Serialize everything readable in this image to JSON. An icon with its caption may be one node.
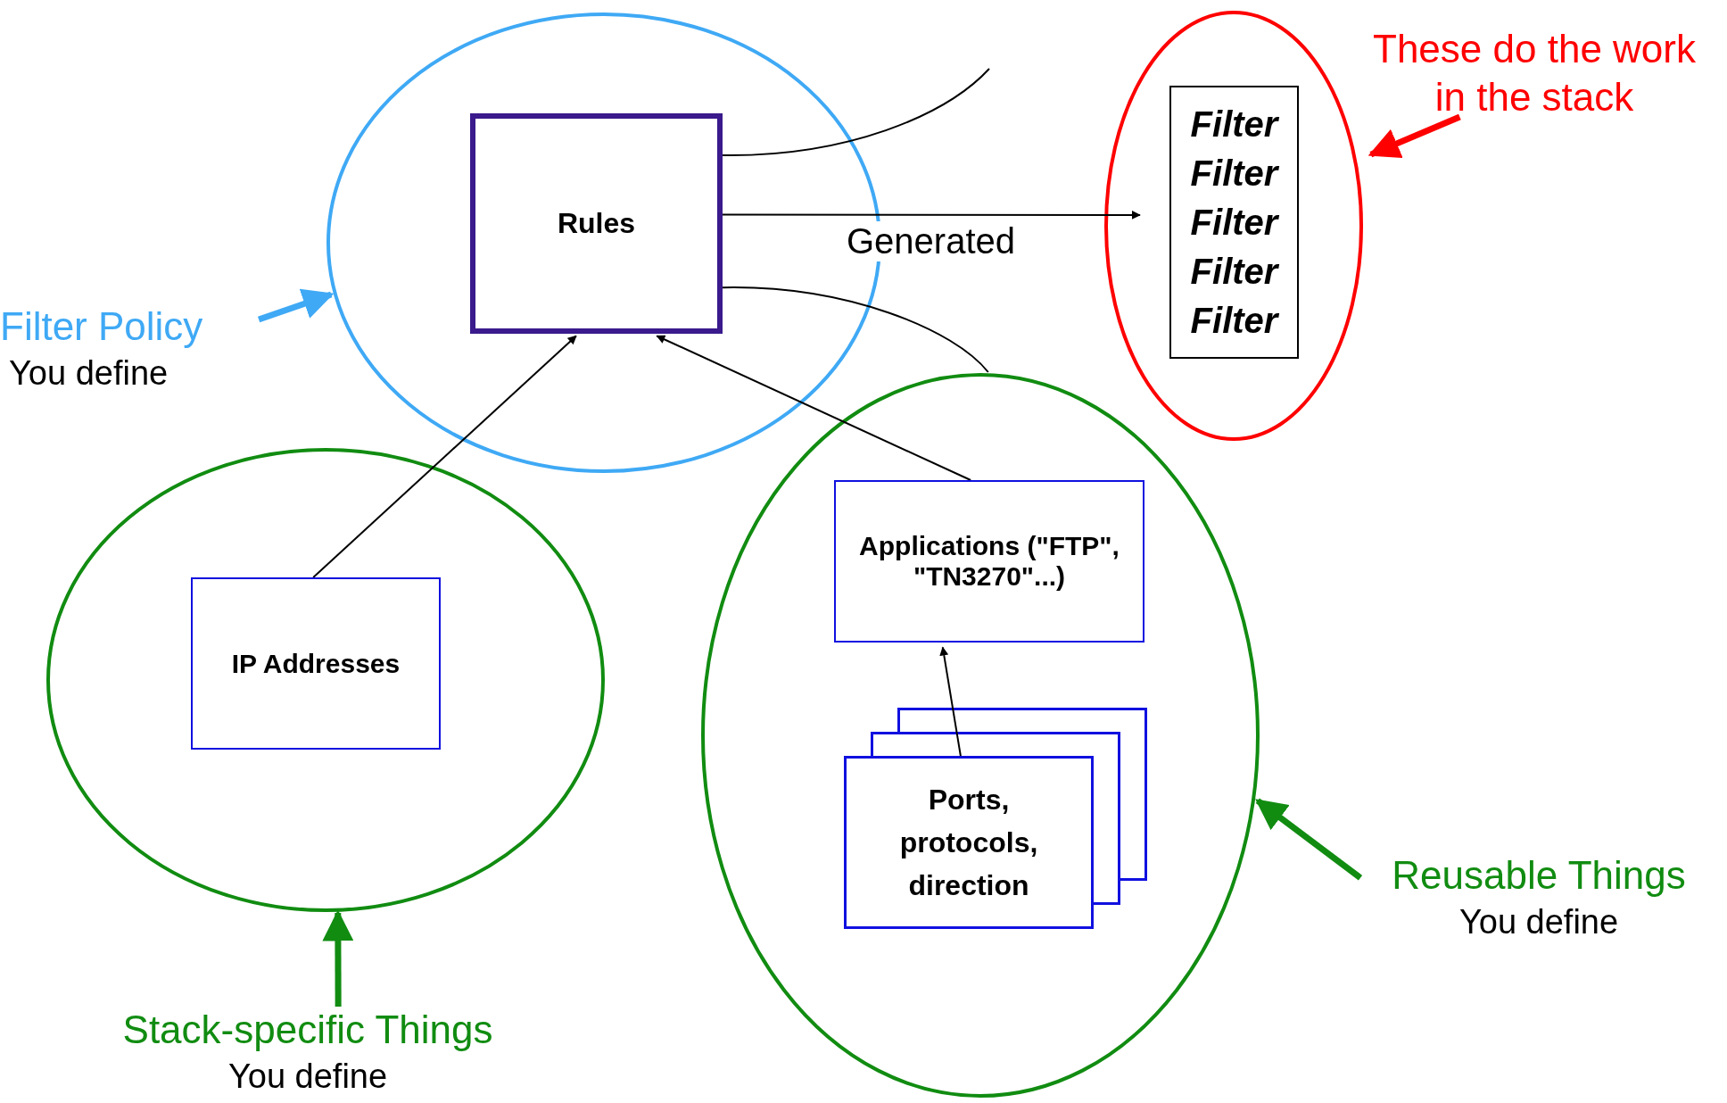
{
  "diagram": {
    "nodes": [
      {
        "text": [],
        "shape": "circle"
      },
      {
        "text": [
          "Rules"
        ],
        "in": 0
      },
      {
        "text": [],
        "shape": "circle"
      },
      {
        "text": [
          "Filter",
          "Filter",
          "Filter",
          "Filter",
          "Filter"
        ],
        "in": 2
      },
      {
        "text": [],
        "shape": "circle"
      },
      {
        "text": [
          "IP Addresses"
        ],
        "in": 4
      },
      {
        "text": [],
        "shape": "circle"
      },
      {
        "text": [
          "Applications (\"FTP\", \"TN3270\"...)"
        ],
        "in": 6
      },
      {
        "text": [
          "Ports, protocols, direction"
        ],
        "in": 6
      },
      {
        "text": [
          "Filter Policy",
          "You define"
        ]
      },
      {
        "text": [
          "These do the work in the stack"
        ]
      },
      {
        "text": [
          "Stack-specific Things",
          "You define"
        ]
      },
      {
        "text": [
          "Reusable Things",
          "You define"
        ]
      }
    ],
    "edges": [
      {
        "from": 5,
        "to": 1,
        "arrow": "to"
      },
      {
        "from": 7,
        "to": 1,
        "arrow": "to"
      },
      {
        "from": 8,
        "to": 7,
        "arrow": "to"
      },
      {
        "from": 1,
        "to": 2,
        "arrow": "to",
        "label": "Generated"
      },
      {
        "from": 1,
        "to": null,
        "arrow": "none"
      },
      {
        "from": 1,
        "to": 6,
        "arrow": "none"
      },
      {
        "from": 9,
        "to": 0,
        "arrow": "to",
        "style": "thick",
        "color": "#3fa9f5"
      },
      {
        "from": 10,
        "to": 2,
        "arrow": "to",
        "style": "thick",
        "color": "#ff0000"
      },
      {
        "from": 11,
        "to": 4,
        "arrow": "to",
        "style": "thick",
        "color": "#118c11"
      },
      {
        "from": 12,
        "to": 6,
        "arrow": "to",
        "style": "thick",
        "color": "#118c11"
      }
    ]
  }
}
